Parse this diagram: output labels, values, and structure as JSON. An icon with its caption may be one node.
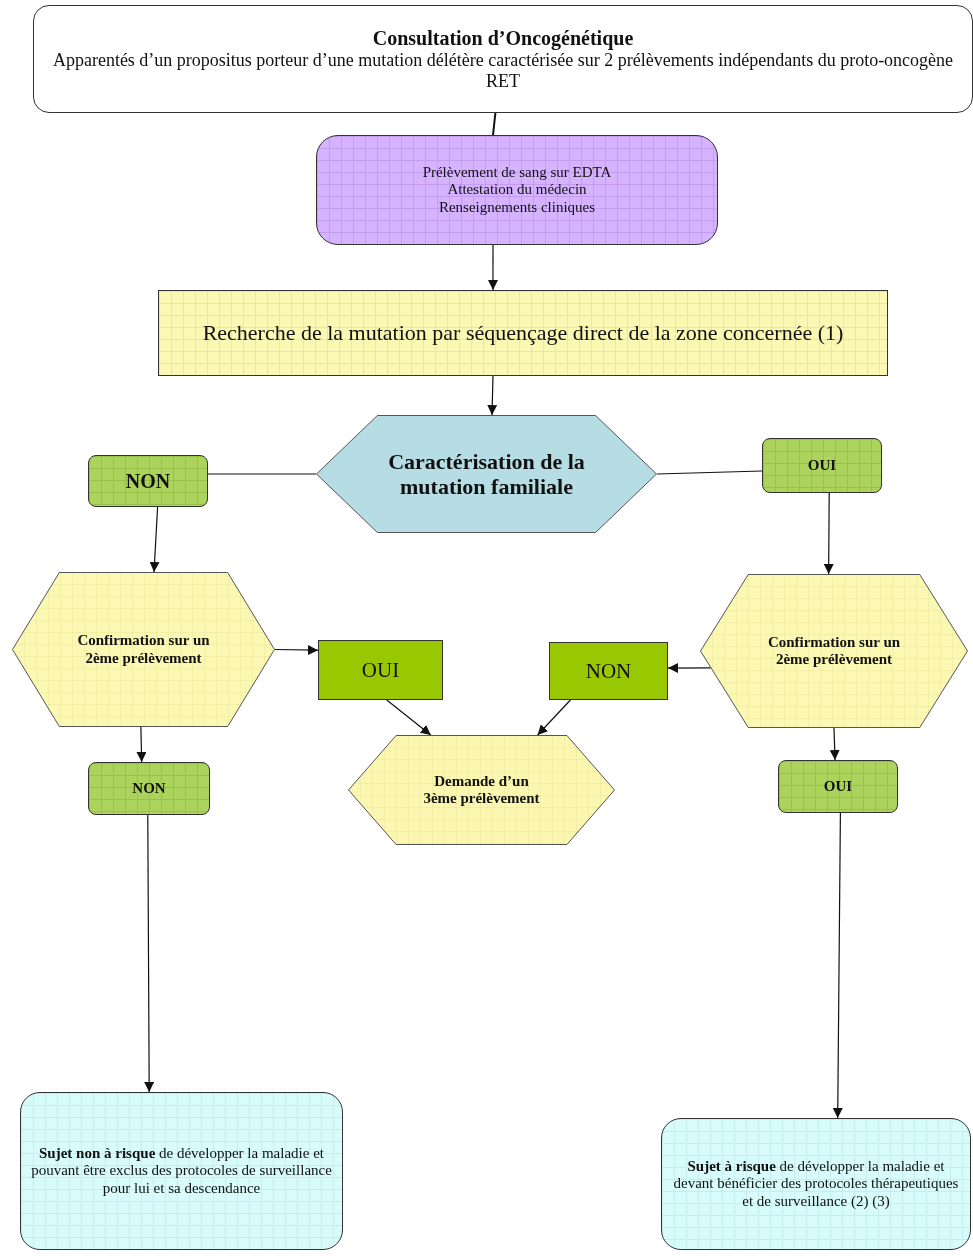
{
  "diagram": {
    "nodes": [
      {
        "text": [
          "Consultation d’Oncogénétique",
          "Apparentés d’un propositus porteur d’une mutation délétère caractérisée sur 2 prélèvements indépendants du proto-oncogène RET"
        ]
      },
      {
        "text": [
          "Prélèvement de sang sur EDTA",
          "Attestation du médecin",
          "Renseignements  cliniques"
        ]
      },
      {
        "text": [
          "Recherche de la mutation par séquençage direct de la zone concernée (1)"
        ]
      },
      {
        "text": [
          "Caractérisation de la mutation familiale"
        ]
      },
      {
        "text": [
          "NON"
        ]
      },
      {
        "text": [
          "OUI"
        ]
      },
      {
        "text": [
          "Confirmation sur un 2ème prélèvement"
        ]
      },
      {
        "text": [
          "OUI"
        ]
      },
      {
        "text": [
          "NON"
        ]
      },
      {
        "text": [
          "Confirmation sur un 2ème prélèvement"
        ]
      },
      {
        "text": [
          "NON"
        ]
      },
      {
        "text": [
          "Demande d’un 3ème prélèvement"
        ]
      },
      {
        "text": [
          "OUI"
        ]
      },
      {
        "text": [
          "**Sujet non à risque** de développer la maladie et pouvant être exclus des protocoles de surveillance pour lui et sa descendance"
        ]
      },
      {
        "text": [
          "**Sujet à risque** de développer la maladie et devant bénéficier  des protocoles thérapeutiques et de surveillance (2) (3)"
        ]
      }
    ],
    "edges": [
      {
        "from": 0,
        "to": 1,
        "arrow": "none"
      },
      {
        "from": 1,
        "to": 2,
        "arrow": "to"
      },
      {
        "from": 2,
        "to": 3,
        "arrow": "to"
      },
      {
        "from": 3,
        "to": 4,
        "arrow": "none"
      },
      {
        "from": 3,
        "to": 5,
        "arrow": "none"
      },
      {
        "from": 4,
        "to": 6,
        "arrow": "to"
      },
      {
        "from": 5,
        "to": 9,
        "arrow": "to"
      },
      {
        "from": 6,
        "to": 7,
        "arrow": "to"
      },
      {
        "from": 9,
        "to": 8,
        "arrow": "to"
      },
      {
        "from": 7,
        "to": 11,
        "arrow": "to"
      },
      {
        "from": 8,
        "to": 11,
        "arrow": "to"
      },
      {
        "from": 6,
        "to": 10,
        "arrow": "to"
      },
      {
        "from": 9,
        "to": 12,
        "arrow": "to"
      },
      {
        "from": 10,
        "to": 13,
        "arrow": "to"
      },
      {
        "from": 12,
        "to": 14,
        "arrow": "to"
      }
    ]
  }
}
